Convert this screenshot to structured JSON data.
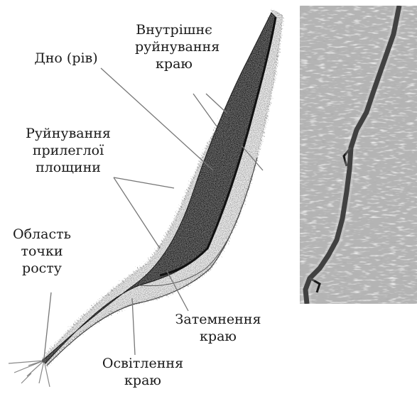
{
  "labels": {
    "inner_edge": [
      "Внутрішнє",
      "руйнування",
      "краю"
    ],
    "bottom": [
      "Дно (рів)"
    ],
    "adjacent": [
      "Руйнування",
      "прилеглої",
      "площини"
    ],
    "growth_tip": [
      "Область",
      "точки",
      "росту"
    ],
    "darkening": [
      "Затемнення",
      "краю"
    ],
    "lightening": [
      "Освітлення",
      "краю"
    ]
  },
  "colors": {
    "ink": "#1a1a1a",
    "leader": "#777777",
    "photo_background": "#b4b4b4",
    "photo_crack": "#0a0a0a"
  }
}
